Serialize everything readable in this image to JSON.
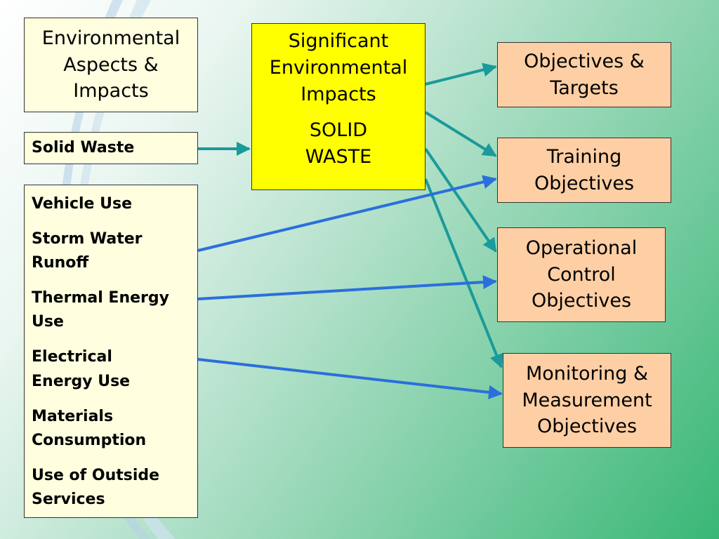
{
  "left": {
    "header_lines": [
      "Environmental",
      "Aspects &",
      "Impacts"
    ],
    "solid_waste_label": "Solid Waste",
    "other_aspects": [
      [
        "Vehicle Use"
      ],
      [
        "Storm Water",
        "Runoff"
      ],
      [
        "Thermal Energy",
        "Use"
      ],
      [
        "Electrical",
        "Energy Use"
      ],
      [
        "Materials",
        "Consumption"
      ],
      [
        "Use of Outside",
        "Services"
      ]
    ]
  },
  "center": {
    "title_lines": [
      "Significant",
      "Environmental",
      "Impacts"
    ],
    "value_lines": [
      "SOLID",
      "WASTE"
    ]
  },
  "right": {
    "objectives_targets": [
      "Objectives &",
      "Targets"
    ],
    "training": [
      "Training",
      "Objectives"
    ],
    "operational": [
      "Operational",
      "Control",
      "Objectives"
    ],
    "monitoring": [
      "Monitoring &",
      "Measurement",
      "Objectives"
    ]
  },
  "colors": {
    "significant_arrows": "#1a9a9a",
    "aspect_arrows": "#2a6fdc",
    "center_box": "#ffff00",
    "objective_boxes": "#fecfa4",
    "aspect_boxes": "#ffffe0"
  }
}
